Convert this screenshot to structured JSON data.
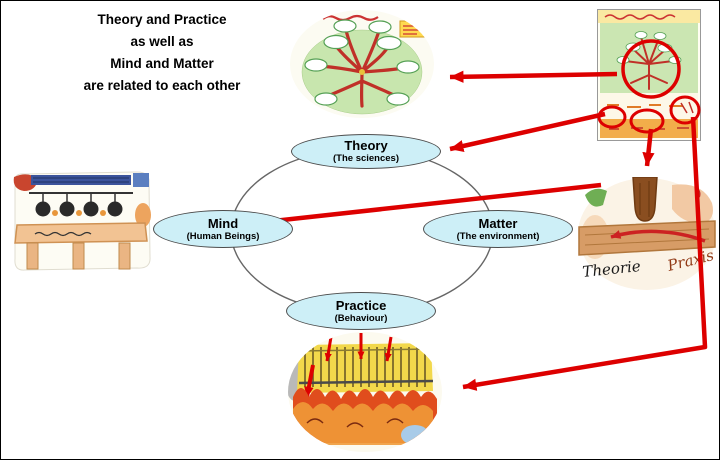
{
  "title": {
    "line1": "Theory and Practice",
    "line2": "as well as",
    "line3": "Mind and Matter",
    "line4": "are related to each other"
  },
  "nodes": {
    "theory": {
      "label": "Theory",
      "subtitle": "(The sciences)"
    },
    "mind": {
      "label": "Mind",
      "subtitle": "(Human Beings)"
    },
    "matter": {
      "label": "Matter",
      "subtitle": "(The environment)"
    },
    "practice": {
      "label": "Practice",
      "subtitle": "(Behaviour)"
    }
  },
  "drawings": {
    "top": {
      "name": "mindmap-tree-drawing"
    },
    "poster": {
      "name": "poster-overview-thumbnail"
    },
    "left": {
      "name": "community-table-drawing"
    },
    "right": {
      "name": "theorie-praxis-drawing",
      "label_theorie": "Theorie",
      "label_praxis": "Praxis"
    },
    "bottom": {
      "name": "crowd-fire-drawing"
    }
  },
  "colors": {
    "node_fill": "#cdeff7",
    "node_border": "#4d4d4d",
    "arrow_red": "#dd0000",
    "ellipse_stroke": "#666666",
    "background": "#ffffff"
  }
}
